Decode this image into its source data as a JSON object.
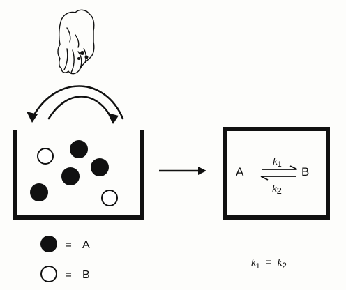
{
  "diagram": {
    "beaker": {
      "balls": [
        {
          "kind": "B"
        },
        {
          "kind": "A"
        },
        {
          "kind": "A"
        },
        {
          "kind": "A"
        },
        {
          "kind": "A"
        },
        {
          "kind": "B"
        }
      ]
    },
    "reaction_box": {
      "left_species": "A",
      "right_species": "B",
      "forward_rate_symbol": "k",
      "forward_rate_subscript": "1",
      "reverse_rate_symbol": "k",
      "reverse_rate_subscript": "2"
    },
    "equation": {
      "lhs_symbol": "k",
      "lhs_subscript": "1",
      "operator": "=",
      "rhs_symbol": "k",
      "rhs_subscript": "2"
    },
    "legend": {
      "items": [
        {
          "marker": "filled",
          "equals": "=",
          "label": "A"
        },
        {
          "marker": "open",
          "equals": "=",
          "label": "B"
        }
      ]
    }
  }
}
